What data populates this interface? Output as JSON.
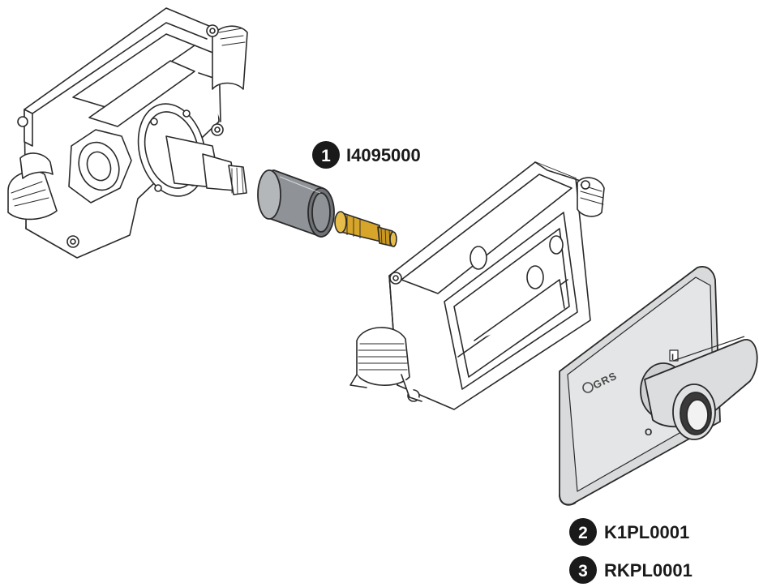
{
  "callouts": [
    {
      "number": "1",
      "code": "I4095000"
    },
    {
      "number": "2",
      "code": "K1PL0001"
    },
    {
      "number": "3",
      "code": "RKPL0001"
    }
  ],
  "plate": {
    "logo_text": "GRS",
    "mark_top": "I",
    "mark_bottom": "O"
  },
  "colors": {
    "line": "#2a2a2a",
    "grey_cap": "#8f9296",
    "brass": "#d6a52a",
    "plate": "#d9dadb",
    "badge": "#1a1a1a"
  }
}
